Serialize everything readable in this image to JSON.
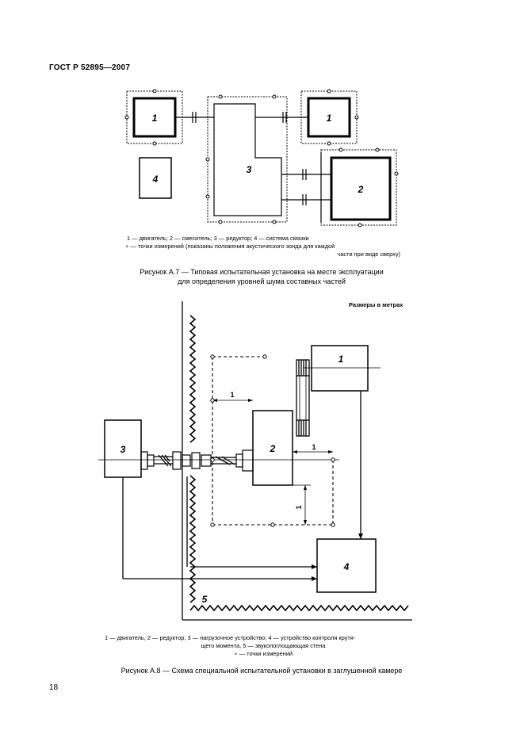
{
  "header": {
    "standard_id": "ГОСТ Р 52895—2007"
  },
  "figure_a7": {
    "labels": {
      "motor_left": "1",
      "motor_right": "1",
      "gearbox": "3",
      "mixer": "2",
      "lubrication": "4"
    },
    "legend_line1": "1 — двигатель; 2 — смеситель; 3 — редуктор; 4 — система смазки",
    "legend_line2": "∘ — точки измерений (показаны положения акустического зонда для каждой",
    "legend_line3": "части при виде сверху)",
    "caption_line1": "Рисунок А.7 — Типовая испытательная установка на месте эксплуатации",
    "caption_line2": "для определения уровней шума составных частей"
  },
  "figure_a8": {
    "units_note": "Размеры в метрах",
    "labels": {
      "motor": "1",
      "gearbox": "2",
      "load_device": "3",
      "torque_control": "4",
      "wall": "5"
    },
    "dimensions": {
      "dim_top": "1",
      "dim_right_horizontal": "1",
      "dim_right_vertical": "1"
    },
    "legend_line1": "1 — двигатель, 2 — редуктор; 3 — нагрузочное устройство; 4 — устройство контроля крутя-",
    "legend_line2": "щего момента, 5 — звукопоглощающая стена",
    "legend_line3": "∘ — точки измерений",
    "caption": "Рисунок А.8 — Схема специальной испытательной установки в заглушенной камере"
  },
  "footer": {
    "page_number": "18"
  }
}
